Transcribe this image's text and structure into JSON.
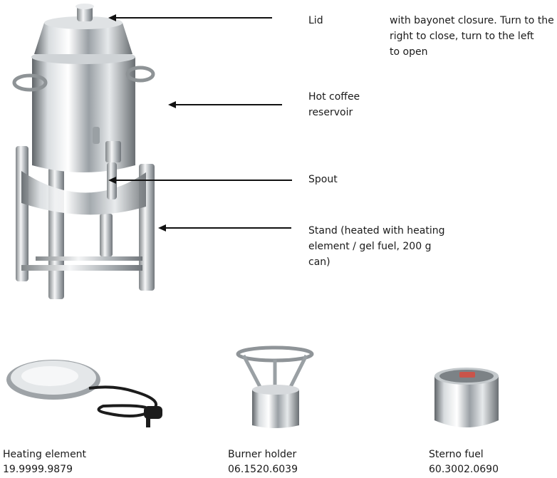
{
  "labels": {
    "lid": "Lid",
    "lid_note_lines": [
      "with bayonet closure. Turn to the",
      "right to close, turn to the left",
      "to open"
    ],
    "reservoir_lines": [
      "Hot coffee",
      "reservoir"
    ],
    "spout": "Spout",
    "stand_lines": [
      "Stand (heated with heating",
      "element / gel fuel, 200 g",
      "can)"
    ]
  },
  "accessories": [
    {
      "name": "Heating element",
      "code": "19.9999.9879"
    },
    {
      "name": "Burner holder",
      "code": "06.1520.6039"
    },
    {
      "name": "Sterno fuel",
      "code": "60.3002.0690"
    }
  ],
  "colors": {
    "steel_dark": "#6e7378",
    "steel_light": "#f2f4f5",
    "text": "#1a1a1a"
  }
}
